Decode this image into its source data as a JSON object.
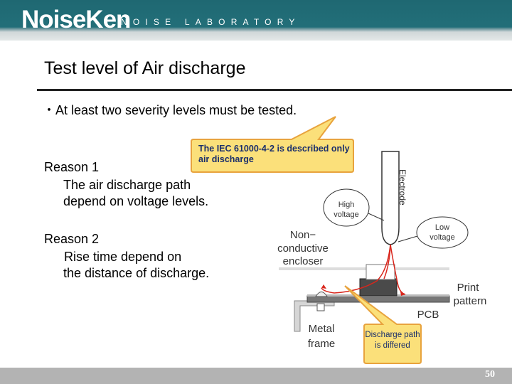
{
  "header": {
    "logo": "NoiseKen",
    "subtitle": "NOISE LABORATORY"
  },
  "slide": {
    "title": "Test level of Air discharge",
    "bullet": "・At least two severity levels must be tested.",
    "callout_top": "The IEC 61000-4-2 is described only air discharge",
    "reason1_head": "Reason 1",
    "reason1_line1": "The air discharge path",
    "reason1_line2": "depend on voltage levels.",
    "reason2_head": "Reason 2",
    "reason2_line1": "Rise time depend on",
    "reason2_line2": "the distance of discharge.",
    "callout_bottom": "Discharge path is differed"
  },
  "diagram": {
    "electrode": "Electrode",
    "high_voltage_1": "High",
    "high_voltage_2": "voltage",
    "low_voltage_1": "Low",
    "low_voltage_2": "voltage",
    "nonconductive_1": "Non−",
    "nonconductive_2": "conductive",
    "nonconductive_3": "encloser",
    "print_pattern_1": "Print",
    "print_pattern_2": "pattern",
    "pcb": "PCB",
    "metal_frame_1": "Metal",
    "metal_frame_2": "frame"
  },
  "footer": {
    "page_number": "50"
  },
  "colors": {
    "header_teal": "#226f79",
    "callout_fill": "#fbe07a",
    "callout_border": "#e8a33d",
    "path_red": "#d9261c"
  }
}
